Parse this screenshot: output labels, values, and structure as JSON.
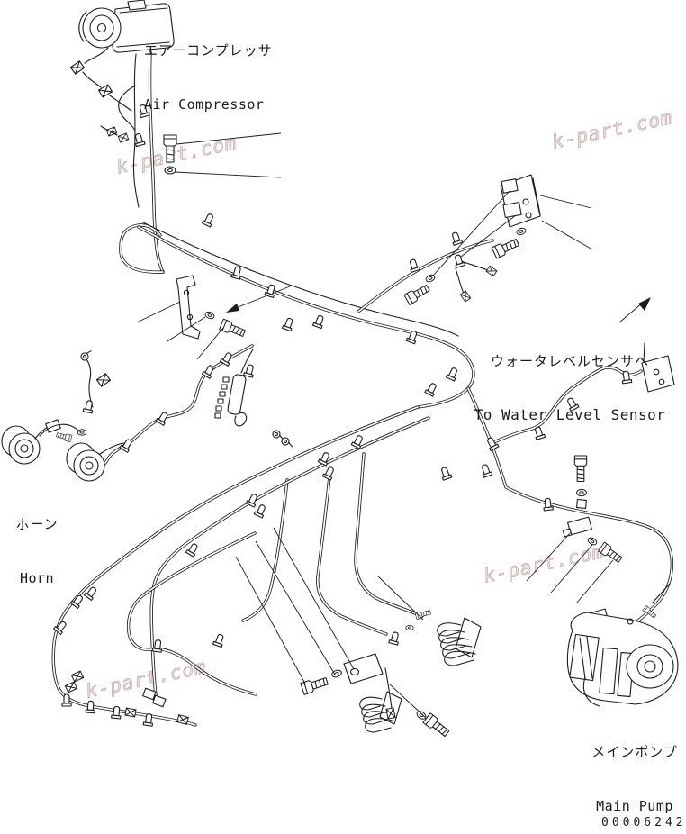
{
  "colors": {
    "background": "#ffffff",
    "line": "#1c1c1c",
    "watermark": "#c3a5a5"
  },
  "labels": {
    "air_compressor": {
      "jp": "エアーコンプレッサ",
      "en": "Air Compressor"
    },
    "water_level_sensor": {
      "jp": "ウォータレベルセンサへ",
      "en": "To Water Level Sensor"
    },
    "horn": {
      "jp": "ホーン",
      "en": "Horn"
    },
    "main_pump": {
      "jp": "メインポンプ",
      "en": "Main Pump"
    }
  },
  "watermark": {
    "text": "k-part.com"
  },
  "footer": {
    "part_number": "00006242"
  }
}
